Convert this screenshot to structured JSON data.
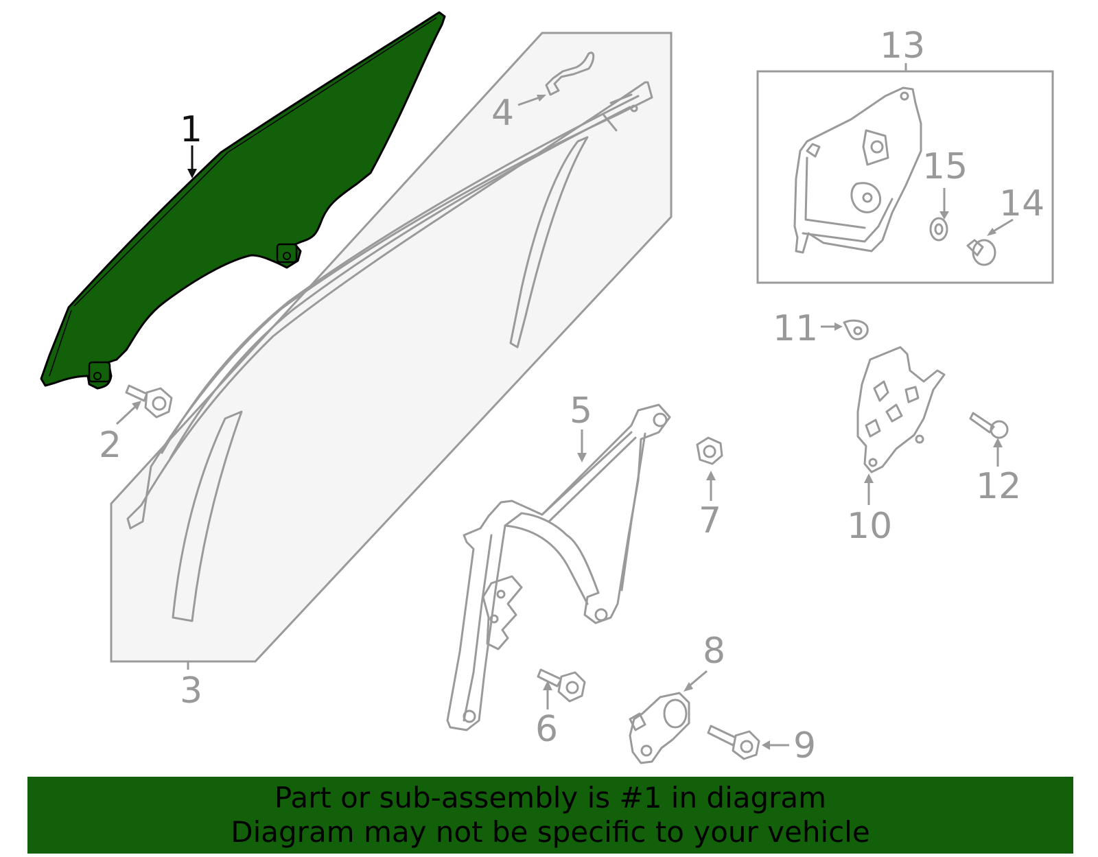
{
  "colors": {
    "highlight": "#12600a",
    "banner": "#12600a",
    "line": "#9a9a9a",
    "active_text": "#111111",
    "panel_fill": "#f5f5f5"
  },
  "callouts": {
    "c1": "1",
    "c2": "2",
    "c3": "3",
    "c4": "4",
    "c5": "5",
    "c6": "6",
    "c7": "7",
    "c8": "8",
    "c9": "9",
    "c10": "10",
    "c11": "11",
    "c12": "12",
    "c13": "13",
    "c14": "14",
    "c15": "15"
  },
  "highlighted_part": "1",
  "banner": {
    "line1": "Part or sub-assembly is #1 in diagram",
    "line2": "Diagram may not be specific to your vehicle"
  }
}
